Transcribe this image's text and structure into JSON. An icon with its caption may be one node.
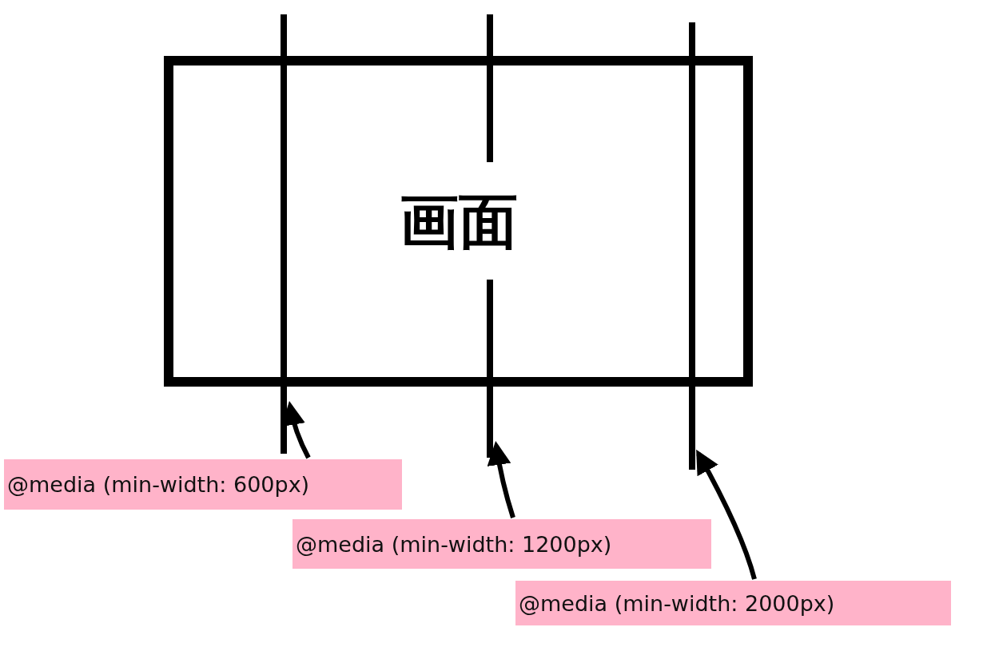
{
  "diagram": {
    "nodes": [
      {
        "text": [
          "画面"
        ]
      },
      {
        "text": [],
        "shape": "bar"
      },
      {
        "text": [],
        "shape": "bar"
      },
      {
        "text": [],
        "shape": "bar"
      },
      {
        "text": [
          "@media (min-width: 600px)"
        ]
      },
      {
        "text": [
          "@media (min-width: 1200px)"
        ]
      },
      {
        "text": [
          "@media (min-width: 2000px)"
        ]
      }
    ],
    "edges": [
      {
        "from": 4,
        "to": 1,
        "arrow": "to"
      },
      {
        "from": 5,
        "to": 2,
        "arrow": "to"
      },
      {
        "from": 6,
        "to": 3,
        "arrow": "to"
      }
    ]
  }
}
